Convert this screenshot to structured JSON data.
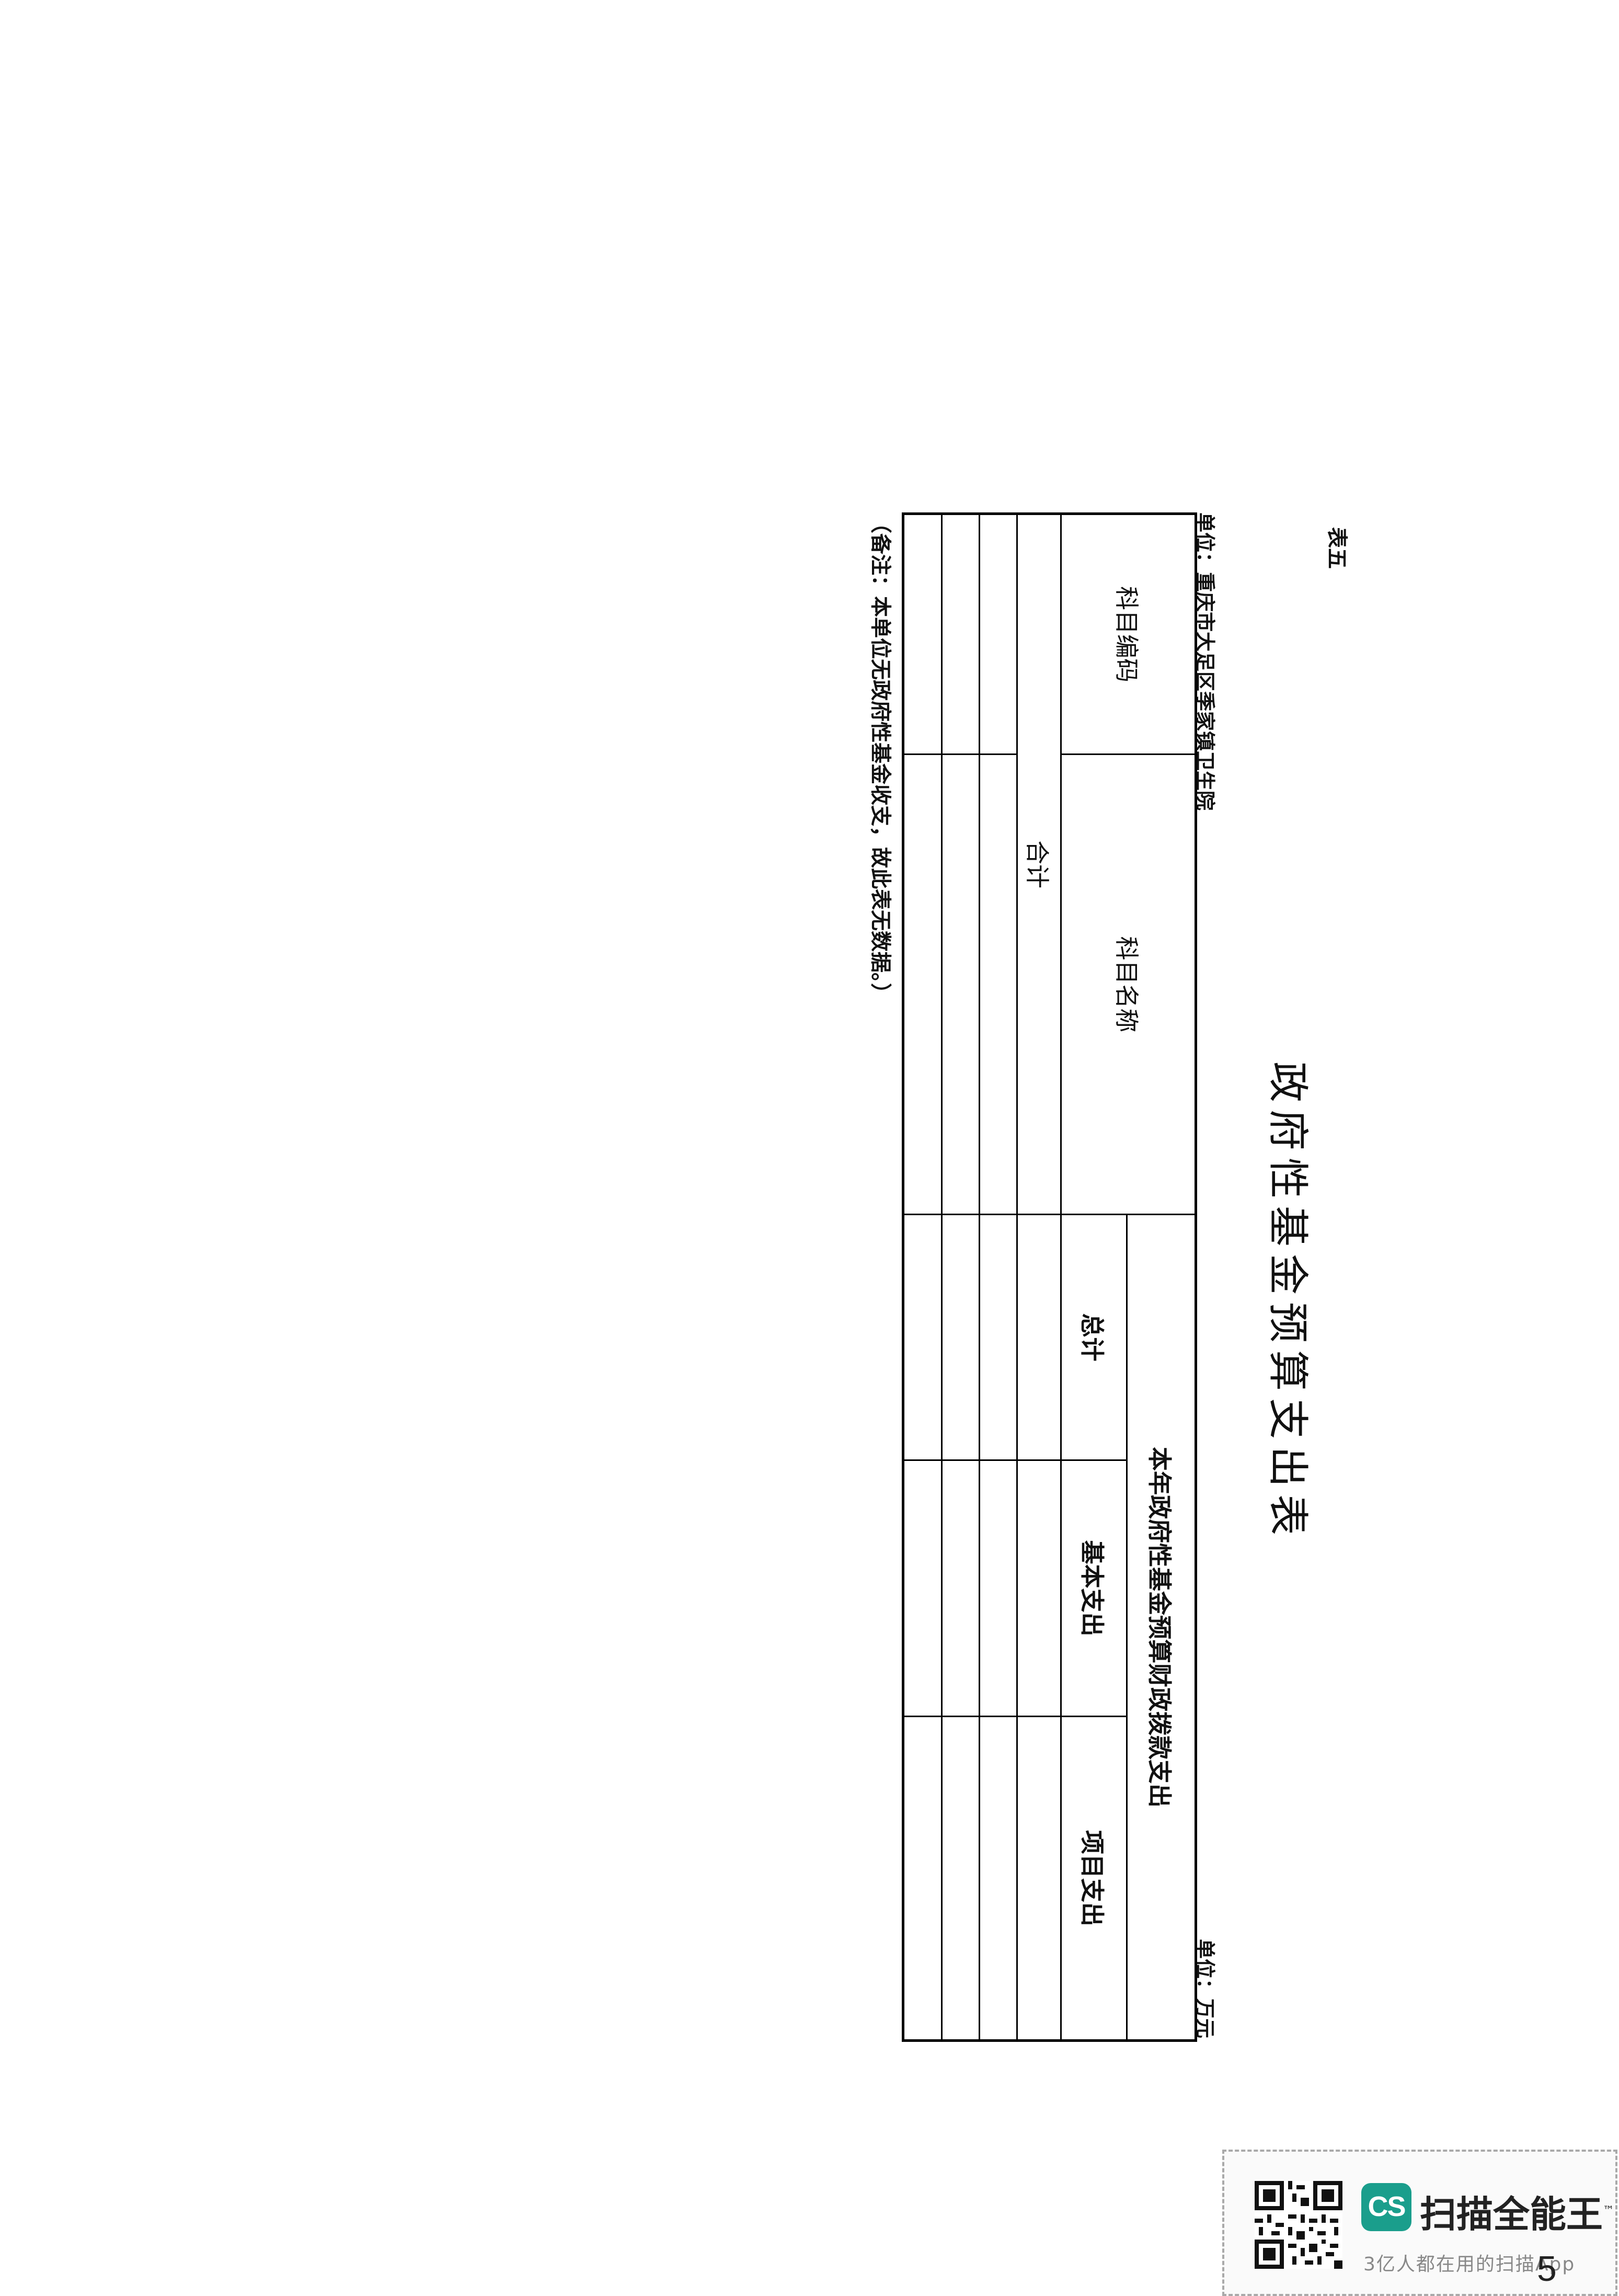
{
  "document": {
    "form_no": "表五",
    "title": "政府性基金预算支出表",
    "unit_left": "单位：重庆市大足区季家镇卫生院",
    "unit_right": "单位：万元",
    "note": "（备注：本单位无政府性基金收支，故此表无数据。）",
    "page_number": "5"
  },
  "table": {
    "col_code": "科目编码",
    "col_name": "科目名称",
    "group_header": "本年政府性基金预算财政拨款支出",
    "col_total": "总计",
    "col_basic": "基本支出",
    "col_project": "项目支出",
    "total_row_label": "合计",
    "rows": []
  },
  "watermark": {
    "logo_text": "CS",
    "app_name": "扫描全能王",
    "tm": "™",
    "tagline": "3亿人都在用的扫描App",
    "logo_color": "#1a9e8c"
  }
}
